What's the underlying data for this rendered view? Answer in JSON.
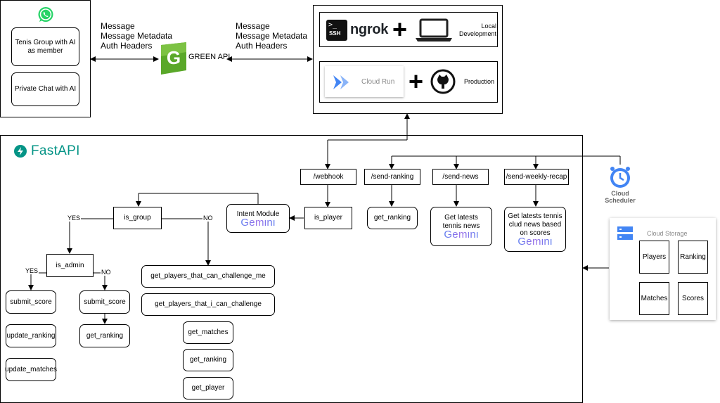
{
  "whatsapp": {
    "icon": "whatsapp-icon",
    "group_chat": "Tenis Group with AI as member",
    "private_chat": "Private Chat with AI"
  },
  "green_api": {
    "label": "GREEN API",
    "logo_letter": "G",
    "left_flow": [
      "Message",
      "Message Metadata",
      "Auth Headers"
    ],
    "right_flow": [
      "Message",
      "Message Metadata",
      "Auth Headers"
    ]
  },
  "deploy": {
    "local": {
      "ssh_badge_prompt": ">_",
      "ssh_badge_text": "SSH",
      "ngrok": "ngrok",
      "plus": "+",
      "label": "Local Development"
    },
    "production": {
      "cloud_run": "Cloud Run",
      "plus": "+",
      "label": "Production"
    }
  },
  "fastapi": {
    "title": "FastAPI"
  },
  "endpoints": {
    "webhook": "/webhook",
    "send_ranking": "/send-ranking",
    "send_news": "/send-news",
    "send_weekly_recap": "/send-weekly-recap"
  },
  "nodes": {
    "is_player": "is_player",
    "intent_module": "Intent Module",
    "gemini": "Gemini",
    "is_group": "is_group",
    "yes": "YES",
    "no": "NO",
    "is_admin": "is_admin",
    "submit_score_admin": "submit_score",
    "update_ranking": "update_ranking",
    "update_matches": "update_matches",
    "submit_score": "submit_score",
    "get_ranking_nonadmin": "get_ranking",
    "get_players_that_can_challenge_me": "get_players_that_can_challenge_me",
    "get_players_that_i_can_challenge": "get_players_that_i_can_challenge",
    "get_matches": "get_matches",
    "get_ranking_private": "get_ranking",
    "get_player": "get_player",
    "get_ranking_endpoint": "get_ranking",
    "news": "Get latests tennis news",
    "weekly_recap": "Get latests tennis clud news based on scores"
  },
  "cloud_scheduler": {
    "label": "Cloud Scheduler"
  },
  "cloud_storage": {
    "label": "Cloud Storage",
    "items": [
      "Players",
      "Ranking",
      "Matches",
      "Scores"
    ]
  },
  "colors": {
    "whatsapp_green": "#25d366",
    "green_api": "#5aa829",
    "fastapi_teal": "#059486",
    "google_blue": "#4285f4",
    "cloud_run_blue": "#4285f4"
  }
}
